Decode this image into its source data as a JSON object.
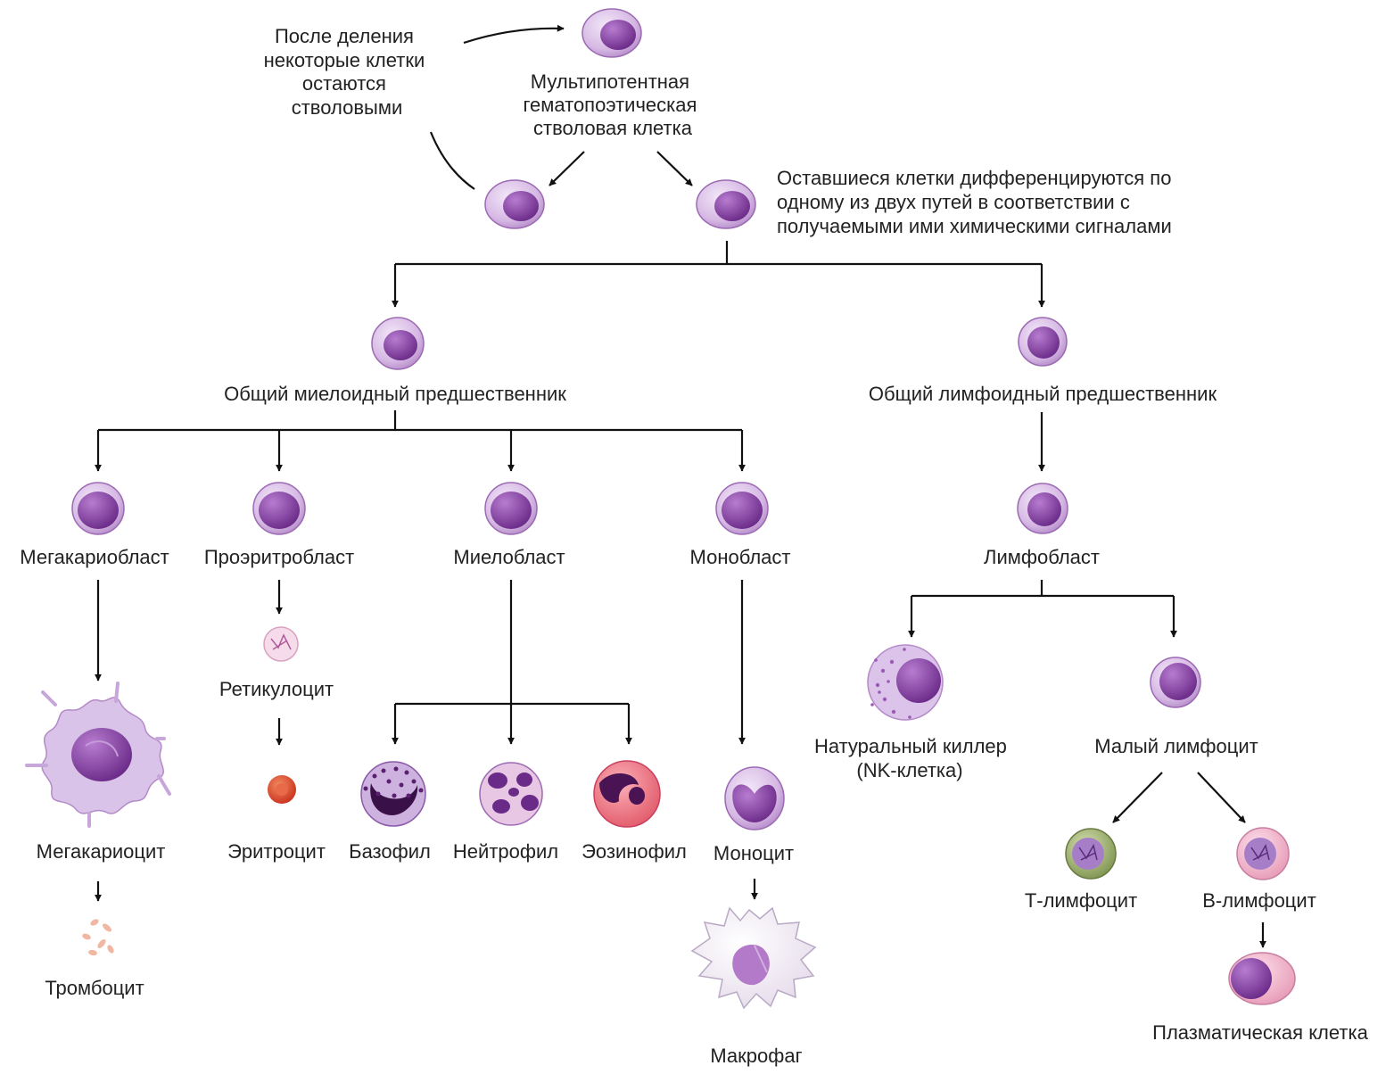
{
  "title_note": {
    "self_renewal": [
      "После деления",
      "некоторые клетки",
      "остаются",
      "стволовыми"
    ],
    "differentiation": [
      "Оставшиеся клетки дифференцируются по",
      "одному из двух путей в соответствии с",
      "получаемыми ими химическими сигналами"
    ]
  },
  "stem_cell": {
    "label": [
      "Мультипотентная",
      "гематопоэтическая",
      "стволовая клетка"
    ]
  },
  "progenitors": {
    "myeloid": "Общий миелоидный предшественник",
    "lymphoid": "Общий лимфоидный предшественник"
  },
  "blasts": {
    "megakaryoblast": "Мегакариобласт",
    "proerythroblast": "Проэритробласт",
    "myeloblast": "Миелобласт",
    "monoblast": "Монобласт",
    "lymphoblast": "Лимфобласт"
  },
  "mature": {
    "megakaryocyte": "Мегакариоцит",
    "thrombocyte": "Тромбоцит",
    "reticulocyte": "Ретикулоцит",
    "erythrocyte": "Эритроцит",
    "basophil": "Базофил",
    "neutrophil": "Нейтрофил",
    "eosinophil": "Эозинофил",
    "monocyte": "Моноцит",
    "macrophage": "Макрофаг",
    "nk_cell": [
      "Натуральный киллер",
      "(NK-клетка)"
    ],
    "small_lymphocyte": "Малый лимфоцит",
    "t_lymphocyte": "Т-лимфоцит",
    "b_lymphocyte": "В-лимфоцит",
    "plasma_cell": "Плазматическая клетка"
  },
  "colors": {
    "cell_body": "#d9bde6",
    "cell_nucleus": "#8a3fa8",
    "erythrocyte": "#d8452a",
    "eosinophil_body": "#f07d88",
    "t_cell_body": "#9bad6c",
    "b_cell_body": "#f1b9cd"
  }
}
